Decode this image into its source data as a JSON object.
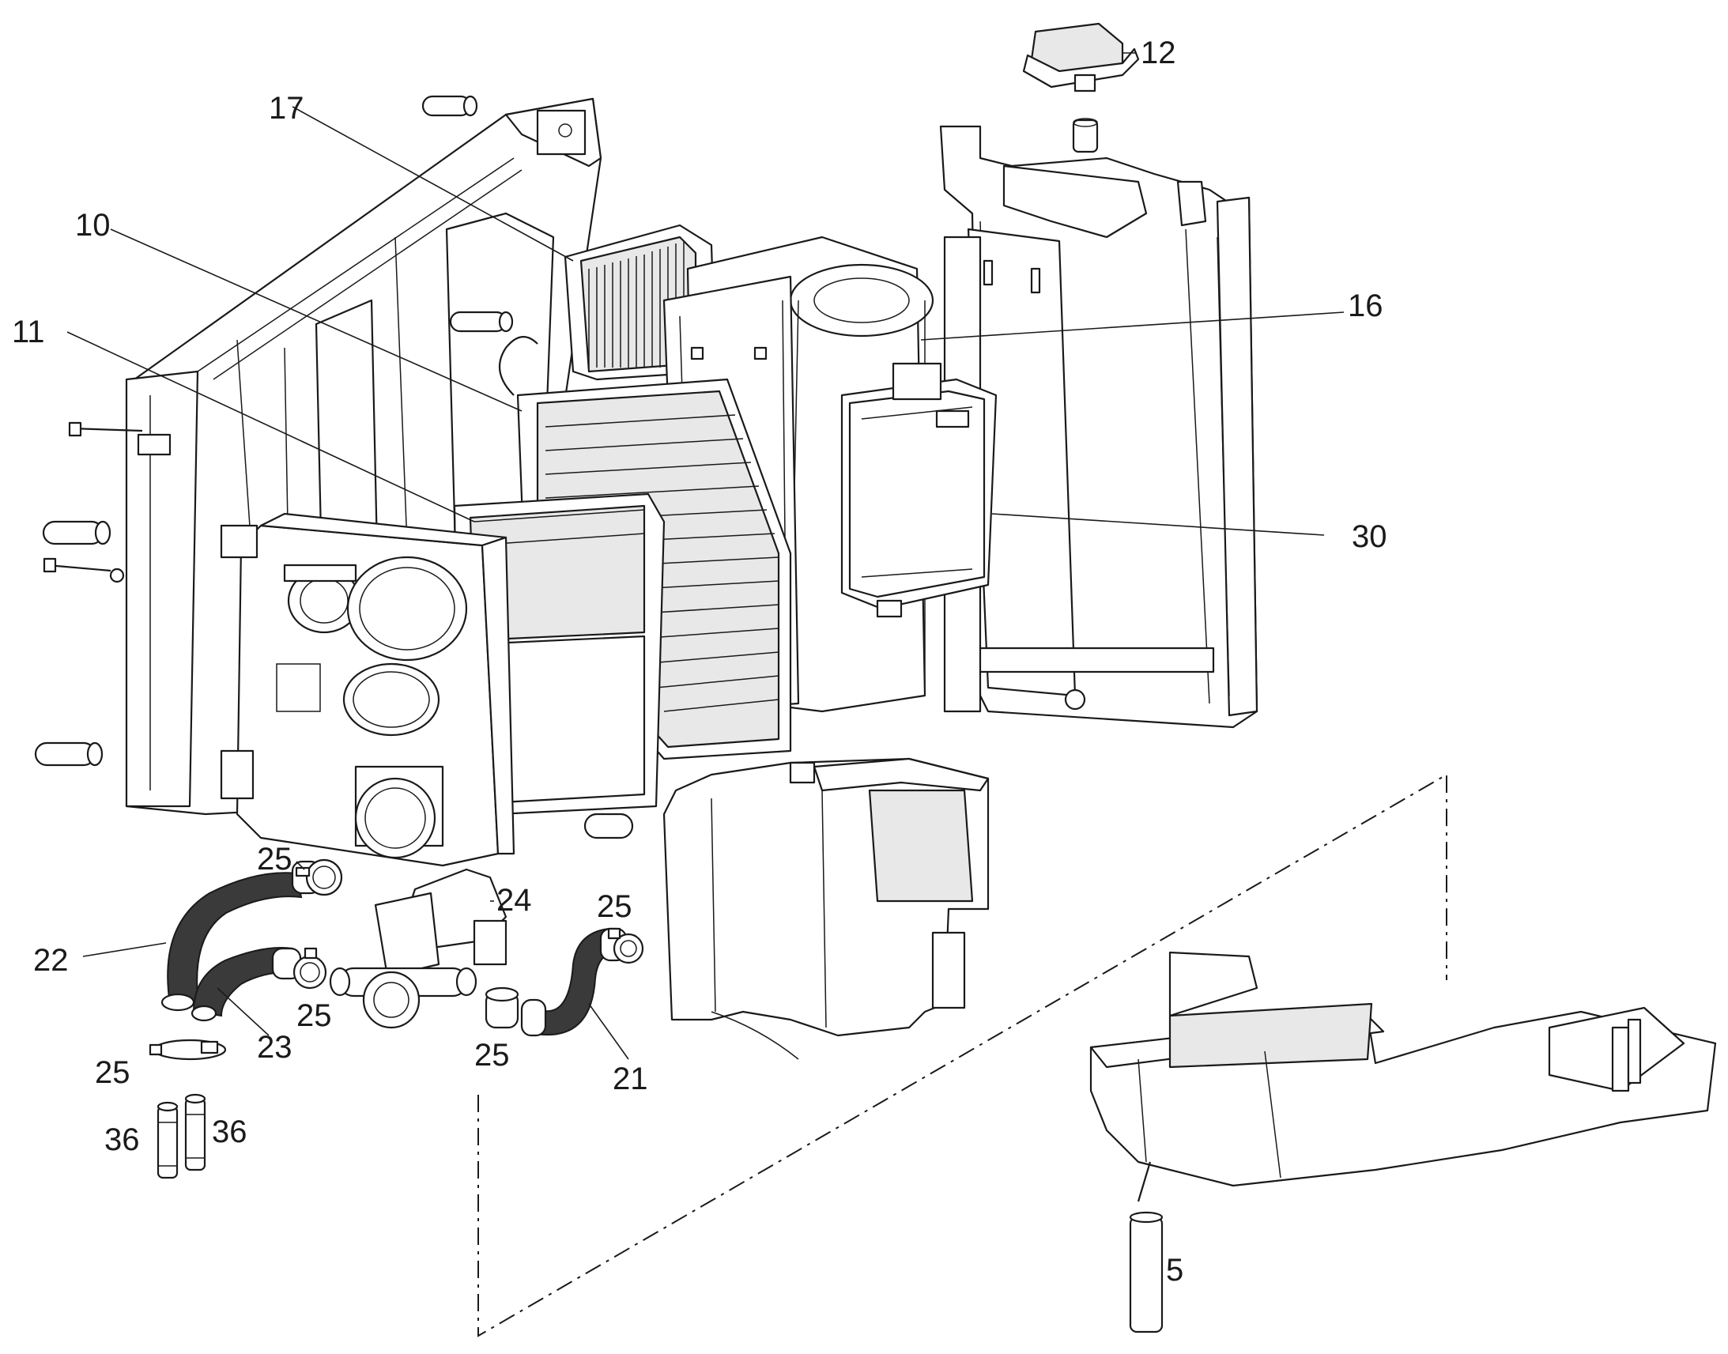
{
  "labels": [
    {
      "key": "c12",
      "text": "12"
    },
    {
      "key": "c17",
      "text": "17"
    },
    {
      "key": "c10",
      "text": "10"
    },
    {
      "key": "c16",
      "text": "16"
    },
    {
      "key": "c11",
      "text": "11"
    },
    {
      "key": "c30",
      "text": "30"
    },
    {
      "key": "c25a",
      "text": "25"
    },
    {
      "key": "c24",
      "text": "24"
    },
    {
      "key": "c25b",
      "text": "25"
    },
    {
      "key": "c22",
      "text": "22"
    },
    {
      "key": "c25c",
      "text": "25"
    },
    {
      "key": "c23",
      "text": "23"
    },
    {
      "key": "c25d",
      "text": "25"
    },
    {
      "key": "c21",
      "text": "21"
    },
    {
      "key": "c25e",
      "text": "25"
    },
    {
      "key": "c36a",
      "text": "36"
    },
    {
      "key": "c36b",
      "text": "36"
    },
    {
      "key": "c5",
      "text": "5"
    }
  ],
  "callouts": {
    "c12": "12",
    "c17": "17",
    "c10": "10",
    "c16": "16",
    "c11": "11",
    "c30": "30",
    "c25a": "25",
    "c24": "24",
    "c25b": "25",
    "c22": "22",
    "c25c": "25",
    "c23": "23",
    "c25d": "25",
    "c21": "21",
    "c25e": "25",
    "c36a": "36",
    "c36b": "36",
    "c5": "5"
  }
}
